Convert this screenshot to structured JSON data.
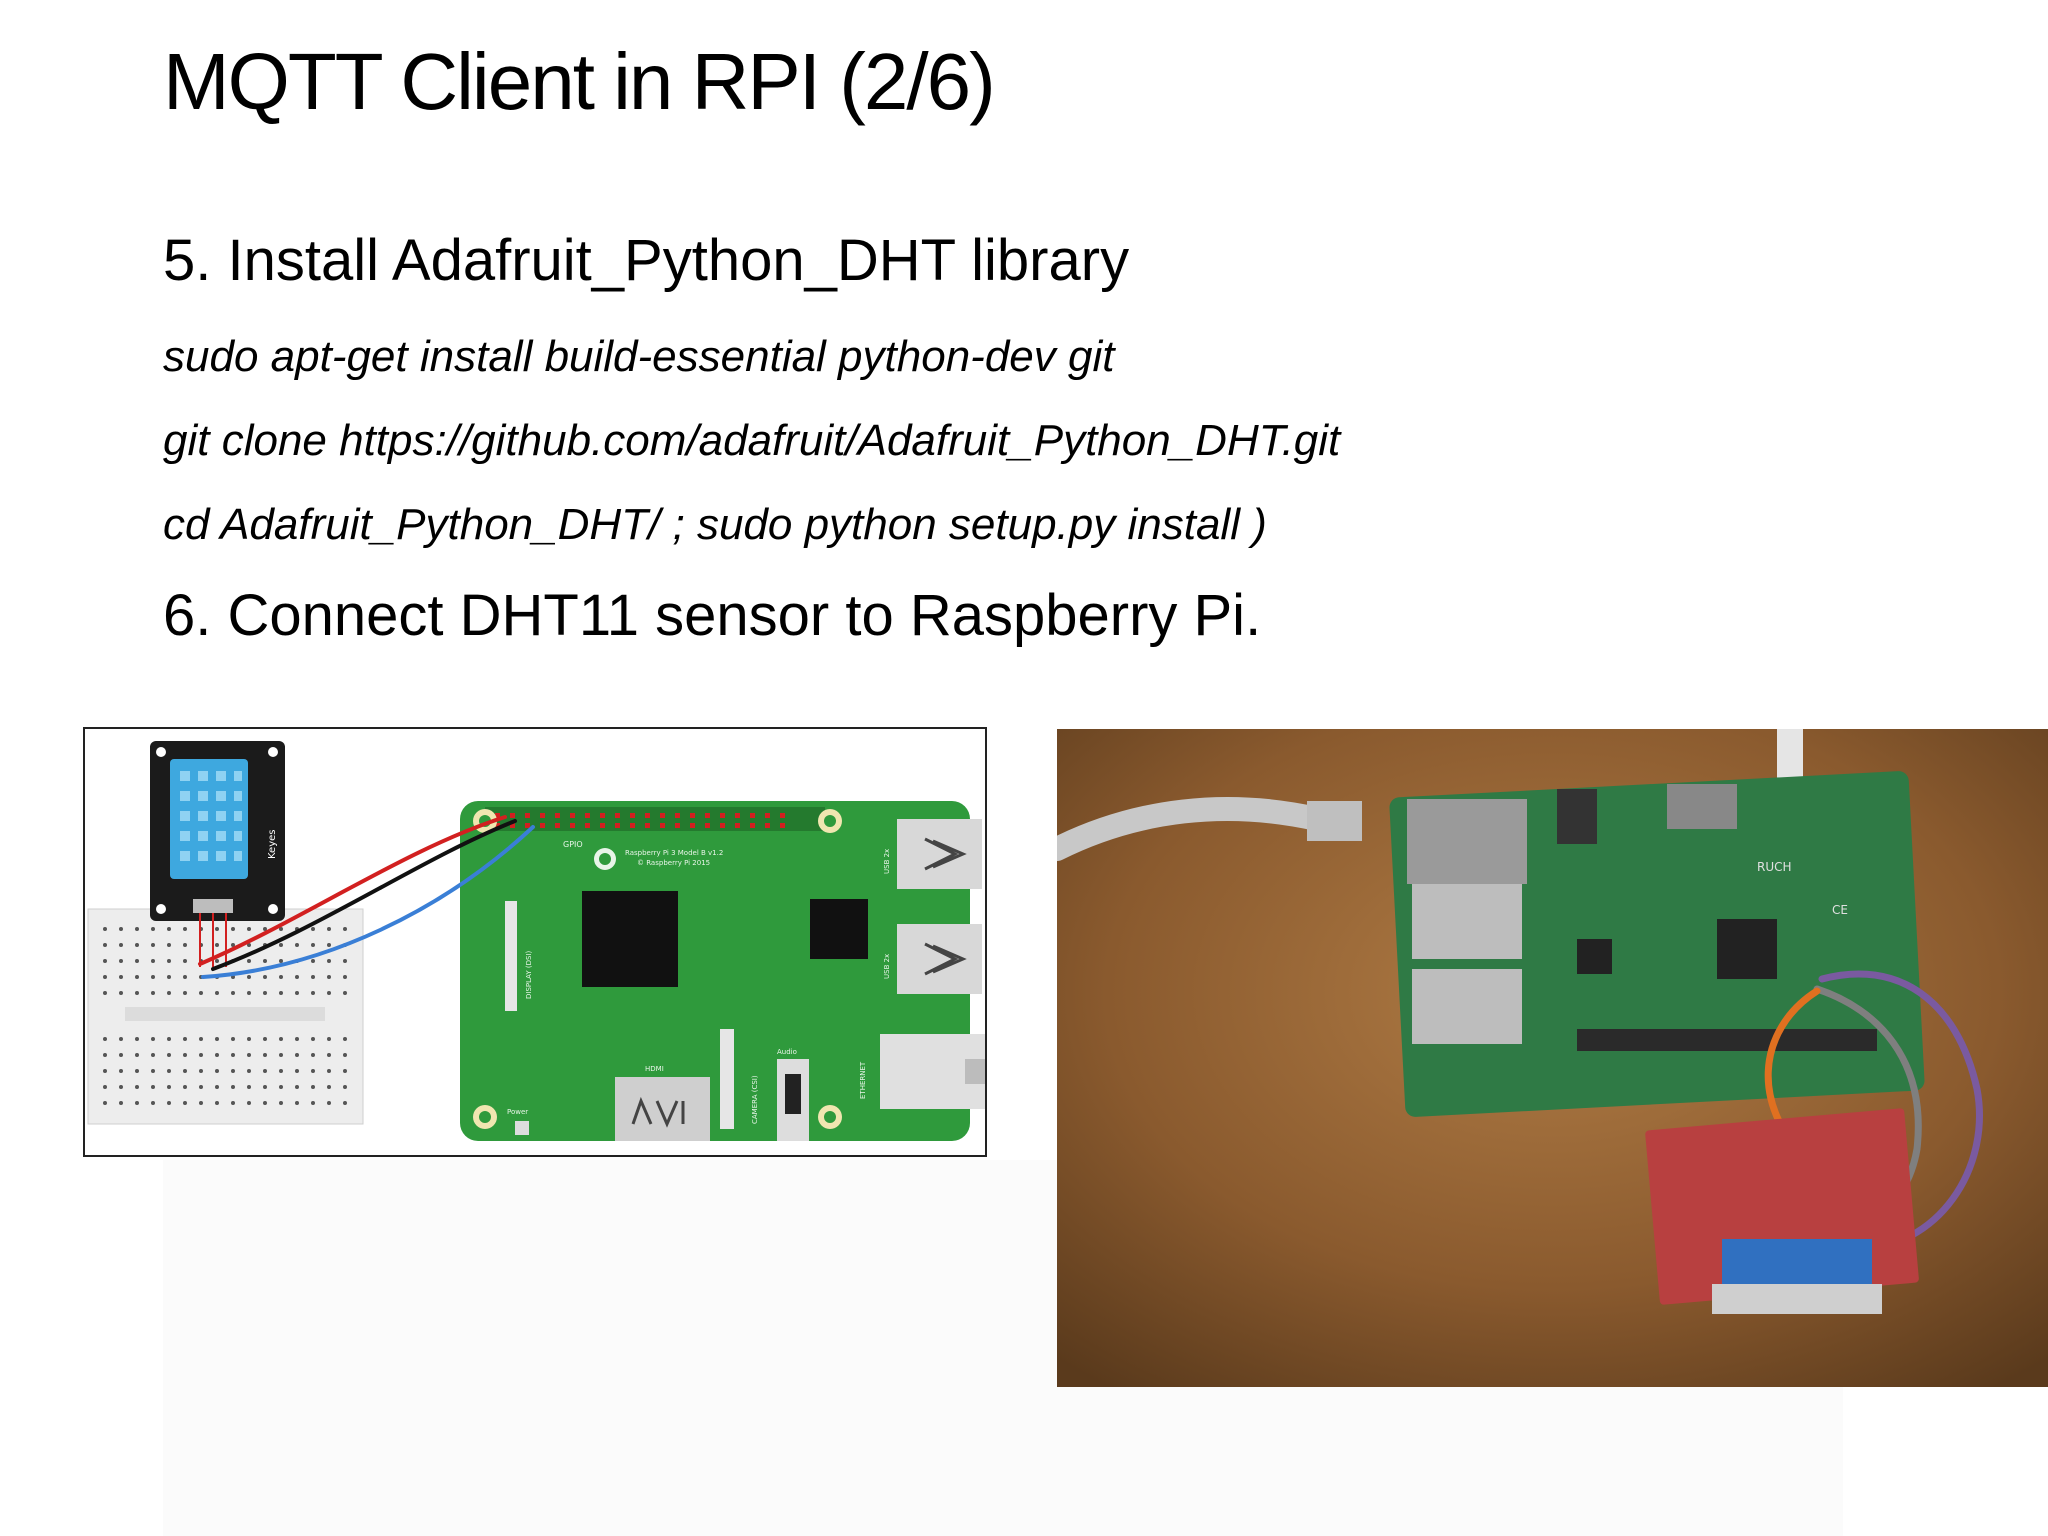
{
  "slide": {
    "title": "MQTT Client in RPI (2/6)",
    "step5_heading": "5. Install Adafruit_Python_DHT library",
    "commands": [
      "sudo apt-get install build-essential python-dev git",
      "git clone https://github.com/adafruit/Adafruit_Python_DHT.git",
      "cd Adafruit_Python_DHT/ ; sudo python setup.py install )"
    ],
    "step6_heading": "6. Connect DHT11 sensor to Raspberry Pi."
  },
  "diagram": {
    "sensor_label": "Keyes",
    "board_label_line1": "Raspberry Pi 3 Model B v1.2",
    "board_label_line2": "© Raspberry Pi 2015",
    "gpio_label": "GPIO",
    "usb_label_1": "USB 2x",
    "usb_label_2": "USB 2x",
    "ethernet_label": "ETHERNET",
    "hdmi_label": "HDMI",
    "audio_label": "Audio",
    "camera_label": "CAMERA (CSI)",
    "display_label": "DISPLAY (DSI)",
    "power_label": "Power"
  },
  "photo": {
    "board_mark": "RUCH",
    "ce_mark": "CE"
  },
  "colors": {
    "board_green": "#2f9a3c",
    "sensor_blue": "#3ea8df",
    "wire_red": "#d22020",
    "wire_black": "#111111",
    "wire_blue": "#3a7fd6",
    "desk_brown": "#8a5a2e"
  }
}
